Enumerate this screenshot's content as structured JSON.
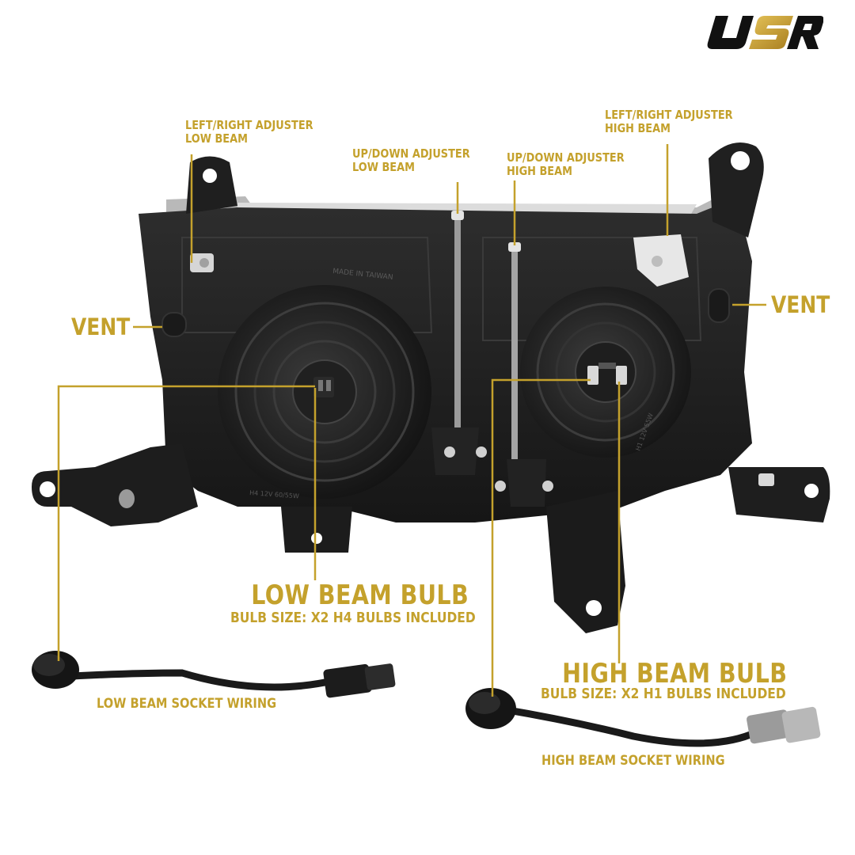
{
  "brand": {
    "logo_text": "USR",
    "accent": "#c4a12c"
  },
  "colors": {
    "label": "#c4a12c",
    "housing": "#1b1b1b",
    "housing_light": "#2d2d2d"
  },
  "labels": {
    "lr_adjuster_low": [
      "LEFT/RIGHT ADJUSTER",
      "LOW BEAM"
    ],
    "ud_adjuster_low": [
      "UP/DOWN ADJUSTER",
      "LOW BEAM"
    ],
    "ud_adjuster_high": [
      "UP/DOWN ADJUSTER",
      "HIGH BEAM"
    ],
    "lr_adjuster_high": [
      "LEFT/RIGHT ADJUSTER",
      "HIGH BEAM"
    ],
    "vent_left": "VENT",
    "vent_right": "VENT",
    "low_beam_bulb": {
      "title": "LOW BEAM BULB",
      "subtitle": "BULB SIZE: x2 H4 BULBS INCLUDED"
    },
    "high_beam_bulb": {
      "title": "HIGH BEAM BULB",
      "subtitle": "BULB SIZE: x2 H1 BULBS INCLUDED"
    },
    "low_beam_socket_wiring": "LOW BEAM SOCKET WIRING",
    "high_beam_socket_wiring": "HIGH BEAM SOCKET WIRING"
  },
  "housing_markings": {
    "made_in": "MADE IN TAIWAN",
    "bulb_spec_low": "H4 12V 60/55W",
    "bulb_spec_high": "H1 12V 55W"
  }
}
